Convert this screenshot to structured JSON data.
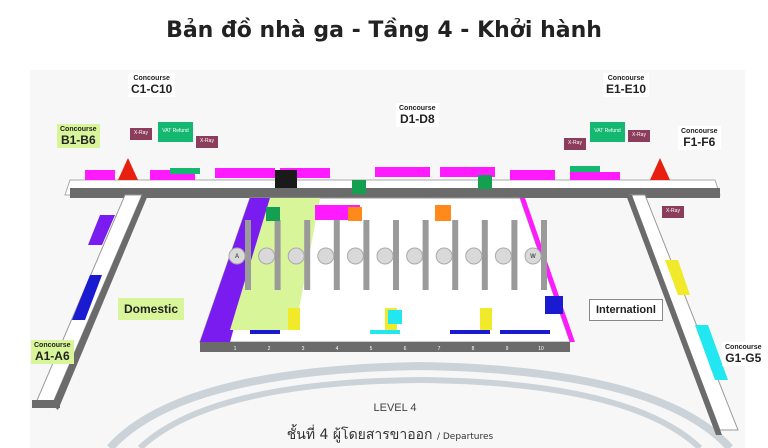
{
  "title": "Bản đồ nhà ga - Tầng 4 - Khởi hành",
  "concourses": {
    "heading": "Concourse",
    "a": "A1-A6",
    "b": "B1-B6",
    "c": "C1-C10",
    "d": "D1-D8",
    "e": "E1-E10",
    "f": "F1-F6",
    "g": "G1-G5"
  },
  "zones": {
    "domestic": "Domestic",
    "international": "Internationl"
  },
  "signs": {
    "xray": "X-Ray",
    "vat": "VAT Refund"
  },
  "checkin_islands": [
    "A",
    "W"
  ],
  "doors": [
    "1",
    "2",
    "3",
    "4",
    "5",
    "6",
    "7",
    "8",
    "9",
    "10"
  ],
  "level": "LEVEL 4",
  "thai_caption": "ชั้นที่ 4 ผู้โดยสารขาออก",
  "departures": "/ Departures",
  "colors": {
    "purple": "#7a1cf0",
    "magenta": "#ff1aff",
    "green": "#14b870",
    "lime": "#d8f59a",
    "xray": "#8c3d5c",
    "yellow": "#f0ea2a",
    "cyan": "#22e6f0",
    "blue": "#1a1ad0"
  }
}
